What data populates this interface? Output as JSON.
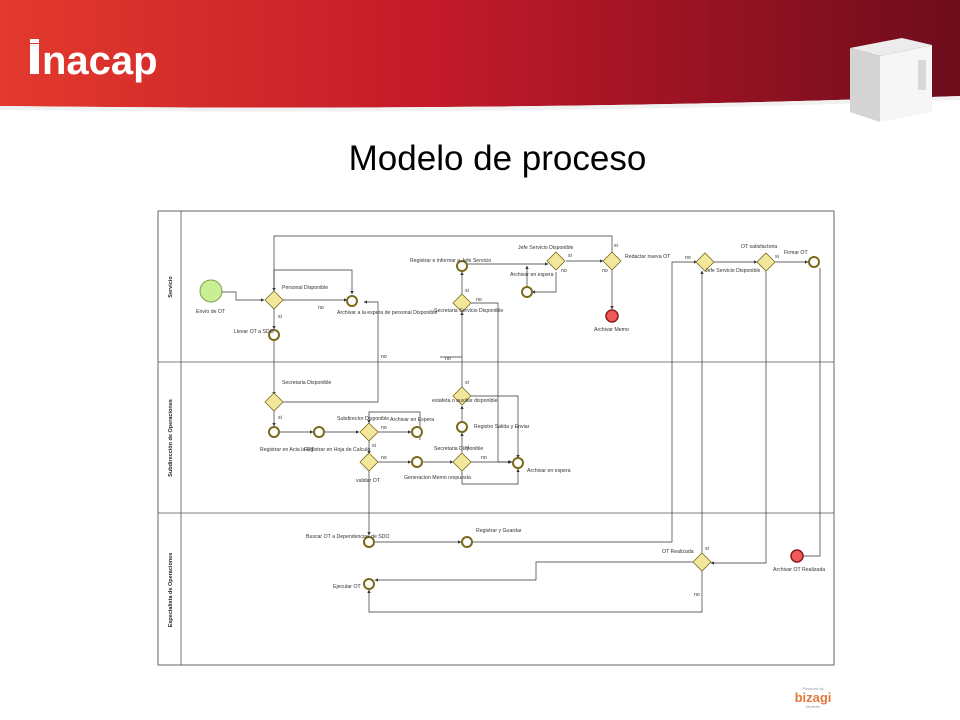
{
  "header": {
    "brand": "INACAP",
    "title": "Modelo de proceso",
    "colors": {
      "red": "#c41a2a",
      "dark_red": "#7a0f1f"
    }
  },
  "diagram": {
    "lanes": [
      "Servicio",
      "Subdirección de Operaciones",
      "Especialista de Operaciones"
    ],
    "labels": {
      "envio_ot": "Envío de OT",
      "personal_disponible": "Personal Disponible",
      "archivar_espera_personal": "Archivar a la espera de personal Disponible",
      "llevar_ot": "Llevar OT a SDO",
      "registrar_informar": "Registrar e informar a Jefe Servicio",
      "jefe_servicio_disponible": "Jefe Servicio Disponible",
      "archivar_en_espera": "Archivar en espera",
      "redactar_nueva_ot": "Redactar nueva OT",
      "archivar_memo": "Archivar Memo",
      "secretaria_servicio_disponible": "Secretaria Servicio Disponible",
      "jefe_servicio_disponible_2": "Jefe Servicio Disponible",
      "ot_satisfactoria": "OT satisfactoria",
      "firmar_ot": "Firmar OT",
      "secretaria_disponible": "Secretaria Disponible",
      "registrar_acta": "Registrar en Acta la OT",
      "registrar_hoja": "Registrar en Hoja de Calculo",
      "subdirector_disponible": "Subdirector Disponible",
      "archivar_en_espera_2": "Archivar en Espera",
      "validar_ot": "validar OT",
      "generacion_memo": "Generacion Memo respuesta",
      "estafeta": "estafeta o auxiliar disponible",
      "registro_salida": "Registro Salida y Enviar",
      "secretaria_disponible_2": "Secretaria Disponible",
      "archivar_en_espera_3": "Archivar en espera",
      "buscar_ot": "Buscar OT a Dependencias de SDO",
      "registrar_guardar": "Registrar y Guardar",
      "ot_realizada": "OT Realizada",
      "archivar_ot_realizada": "Archivar OT Realizada",
      "ejecutar_ot": "Ejecutar OT"
    },
    "edge_labels": {
      "yes": "si",
      "no": "no"
    }
  },
  "watermark": {
    "top": "Powered by",
    "main": "bizagi",
    "sub": "Modeler"
  }
}
